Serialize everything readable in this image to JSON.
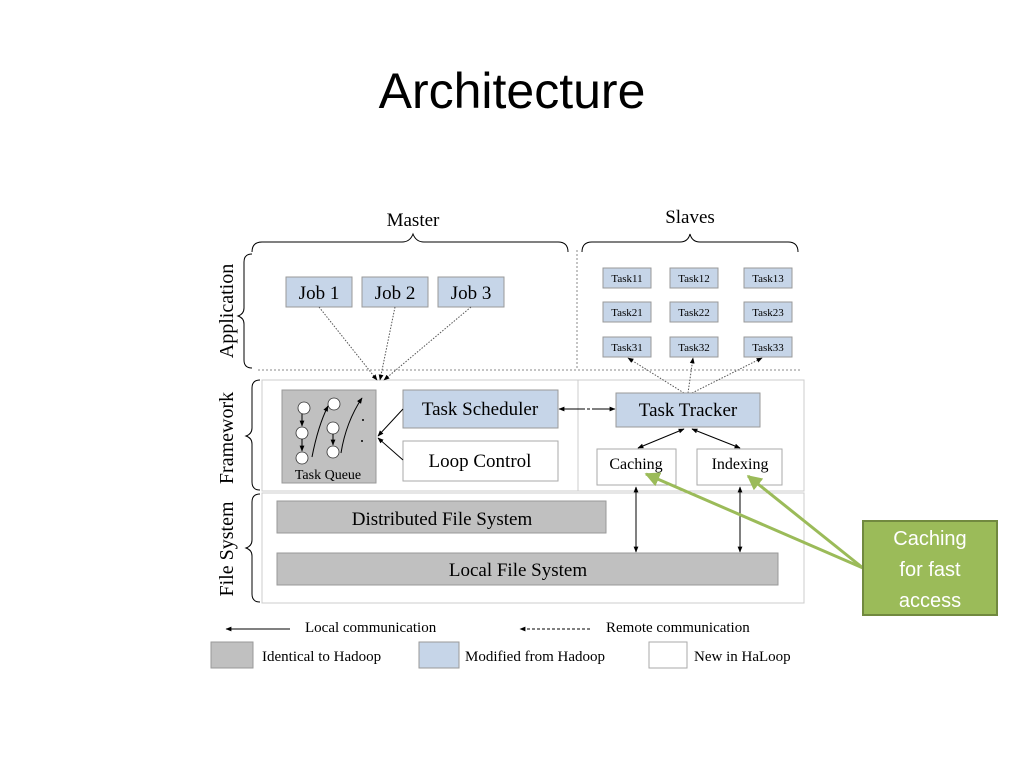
{
  "title": "Architecture",
  "sections": {
    "master": "Master",
    "slaves": "Slaves"
  },
  "layers": {
    "application": "Application",
    "framework": "Framework",
    "file_system": "File System"
  },
  "jobs": [
    "Job 1",
    "Job 2",
    "Job 3"
  ],
  "tasks": [
    "Task11",
    "Task12",
    "Task13",
    "Task21",
    "Task22",
    "Task23",
    "Task31",
    "Task32",
    "Task33"
  ],
  "framework": {
    "task_queue": "Task Queue",
    "task_scheduler": "Task Scheduler",
    "loop_control": "Loop Control",
    "task_tracker": "Task Tracker",
    "caching": "Caching",
    "indexing": "Indexing"
  },
  "file_system": {
    "dfs": "Distributed File System",
    "lfs": "Local File System"
  },
  "legend": {
    "local": "Local communication",
    "remote": "Remote communication",
    "identical": "Identical to Hadoop",
    "modified": "Modified from Hadoop",
    "new": "New in HaLoop"
  },
  "callout": {
    "lines": [
      "Caching",
      "for fast",
      "access"
    ]
  },
  "colors": {
    "identical": "#c0c0c0",
    "modified": "#c6d5e8",
    "new": "#ffffff",
    "callout_fill": "#9bbb59",
    "callout_border": "#71893f"
  }
}
